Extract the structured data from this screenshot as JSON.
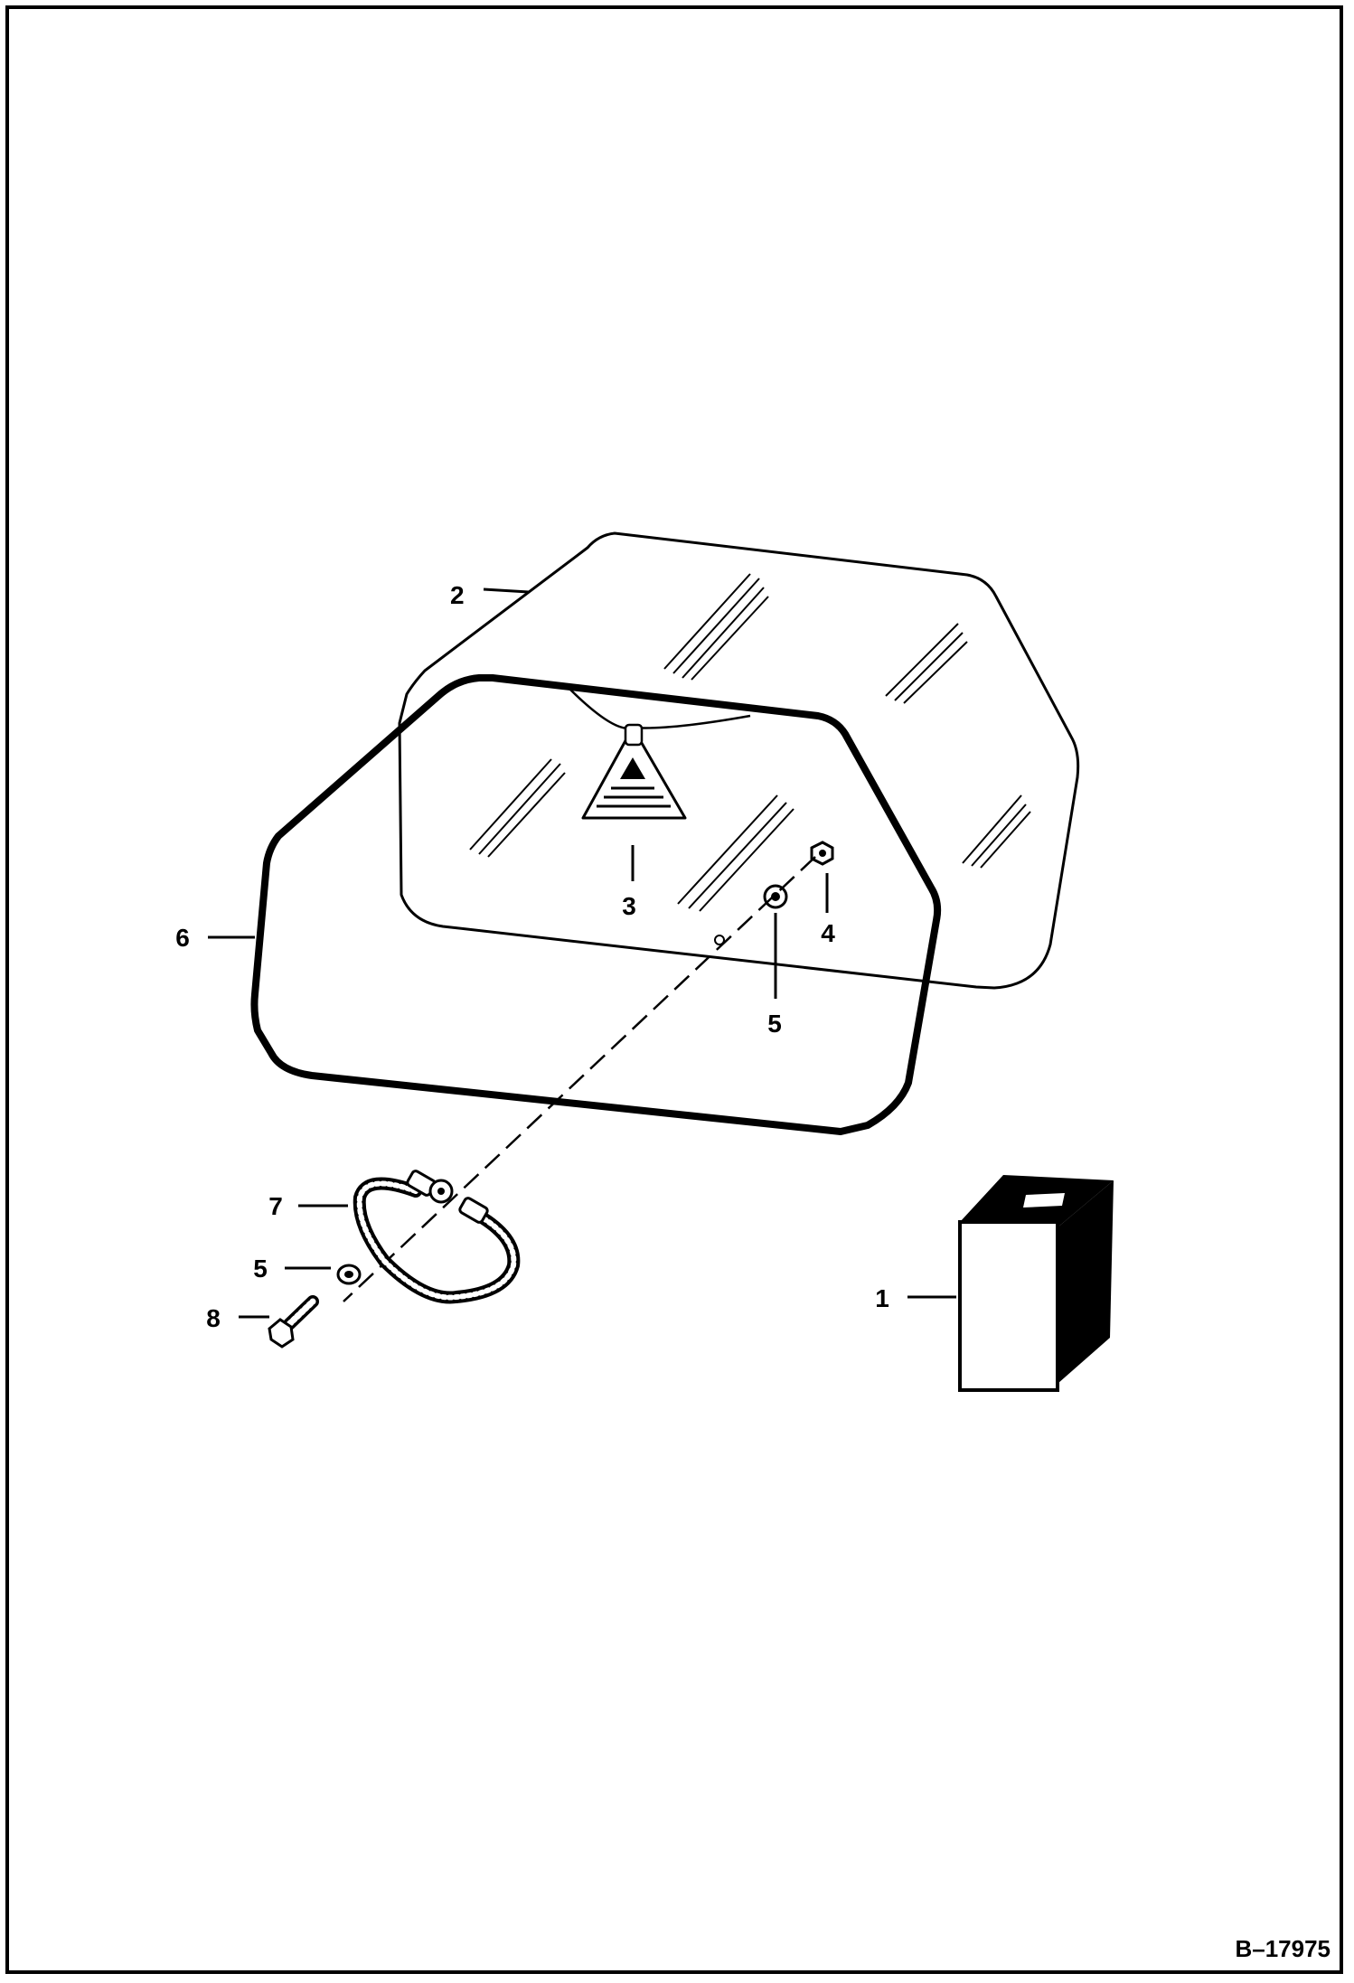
{
  "figure_id": "B–17975",
  "callouts": {
    "battery": "1",
    "window_glass": "2",
    "warning_decal": "3",
    "nut": "4",
    "washer_upper": "5",
    "rubber_seal": "6",
    "cable_clamp": "7",
    "washer_lower": "5",
    "bolt": "8"
  },
  "colors": {
    "line": "#000000",
    "background": "#ffffff"
  }
}
